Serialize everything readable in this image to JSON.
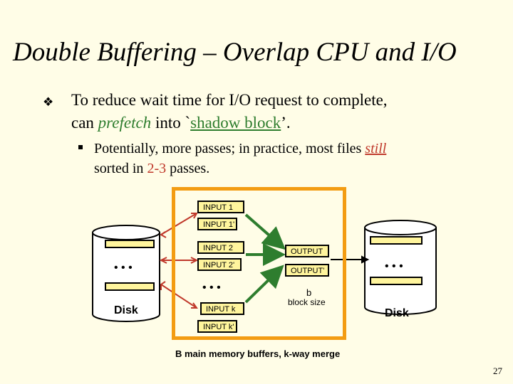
{
  "title": "Double Buffering – Overlap CPU and I/O",
  "bullet1": {
    "part1": "To reduce wait time for I/O request to complete,",
    "part2": "can ",
    "part3": "prefetch",
    "part4": " into `",
    "part5": "shadow block",
    "part6": "’."
  },
  "bullet2": {
    "part1": "Potentially, more passes; in practice, most files ",
    "part2": "still",
    "part3": "sorted in ",
    "part4": "2-3",
    "part5": " passes."
  },
  "diagram": {
    "buffers": [
      "INPUT 1",
      "INPUT 1'",
      "INPUT 2",
      "INPUT 2'",
      "INPUT k",
      "INPUT k'"
    ],
    "output": [
      "OUTPUT",
      "OUTPUT'"
    ],
    "dots": "• • •",
    "disk_left": "Disk",
    "disk_right": "Disk",
    "b_label": "b",
    "block_size": "block size",
    "caption": "B main memory buffers, k-way merge"
  },
  "page_number": "27",
  "colors": {
    "frame": "#f39c12",
    "buffer_fill": "#fff59d",
    "arrow": "#2e7d2e",
    "accent_red": "#c0392b",
    "accent_green": "#2e7d2e"
  }
}
